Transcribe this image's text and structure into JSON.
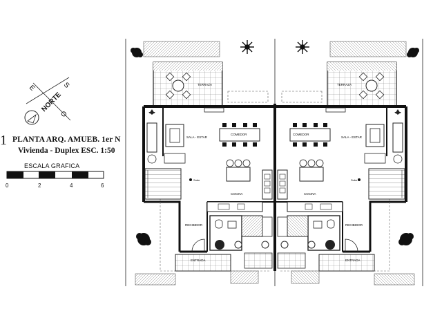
{
  "title": {
    "number": "1",
    "line1": "PLANTA ARQ. AMUEB. 1er N",
    "line2": "Vivienda - Duplex   ESC. 1:50"
  },
  "compass": {
    "north_label": "NORTE",
    "letters": [
      "E",
      "S",
      "O"
    ]
  },
  "scale_bar": {
    "title": "ESCALA GRAFICA",
    "ticks": [
      "0",
      "2",
      "4",
      "6"
    ]
  },
  "rooms": {
    "terraza": "TERRAZA",
    "sala_estar": "SALA - ESTAR",
    "comedor": "COMEDOR",
    "cocina": "COCINA",
    "recibidor": "RECIBIDOR",
    "entrada": "ENTRADA",
    "sube": "Sube"
  }
}
